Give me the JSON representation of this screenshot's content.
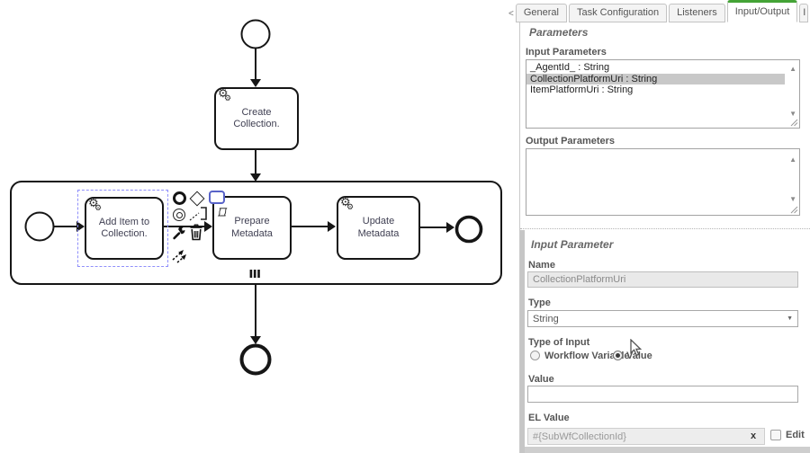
{
  "tabs": {
    "scroll_left": "<",
    "items": [
      {
        "label": "General"
      },
      {
        "label": "Task Configuration"
      },
      {
        "label": "Listeners"
      },
      {
        "label": "Input/Output"
      }
    ],
    "active_tab": "Input/Output",
    "active_color": "#44a336",
    "overflow_tab": "I",
    "scroll_right": ">"
  },
  "parameters": {
    "heading": "Parameters",
    "input_label": "Input Parameters",
    "input_items": [
      "_AgentId_ : String",
      "CollectionPlatformUri : String",
      "ItemPlatformUri : String"
    ],
    "selected_input_item": "CollectionPlatformUri : String",
    "output_label": "Output Parameters",
    "output_items": []
  },
  "input_parameter": {
    "heading": "Input Parameter",
    "name_label": "Name",
    "name_value": "CollectionPlatformUri",
    "type_label": "Type",
    "type_value": "String",
    "type_of_input_label": "Type of Input",
    "radio_options": [
      "Workflow Variable",
      "Value"
    ],
    "selected_option": "Value",
    "value_label": "Value",
    "value_text": "",
    "el_value_label": "EL Value",
    "el_value_text": "#{SubWfCollectionId}",
    "clear_label": "x",
    "edit_label": "Edit"
  },
  "diagram": {
    "create_task": {
      "line1": "Create",
      "line2": "Collection."
    },
    "add_item_task": {
      "line1": "Add Item to",
      "line2": "Collection."
    },
    "prepare_task": {
      "line1": "Prepare",
      "line2": "Metadata"
    },
    "update_task": {
      "line1": "Update",
      "line2": "Metadata"
    }
  },
  "icons": {
    "gear": "⚙",
    "scroll_up": "▲",
    "scroll_down": "▼",
    "dropdown": "▼"
  }
}
